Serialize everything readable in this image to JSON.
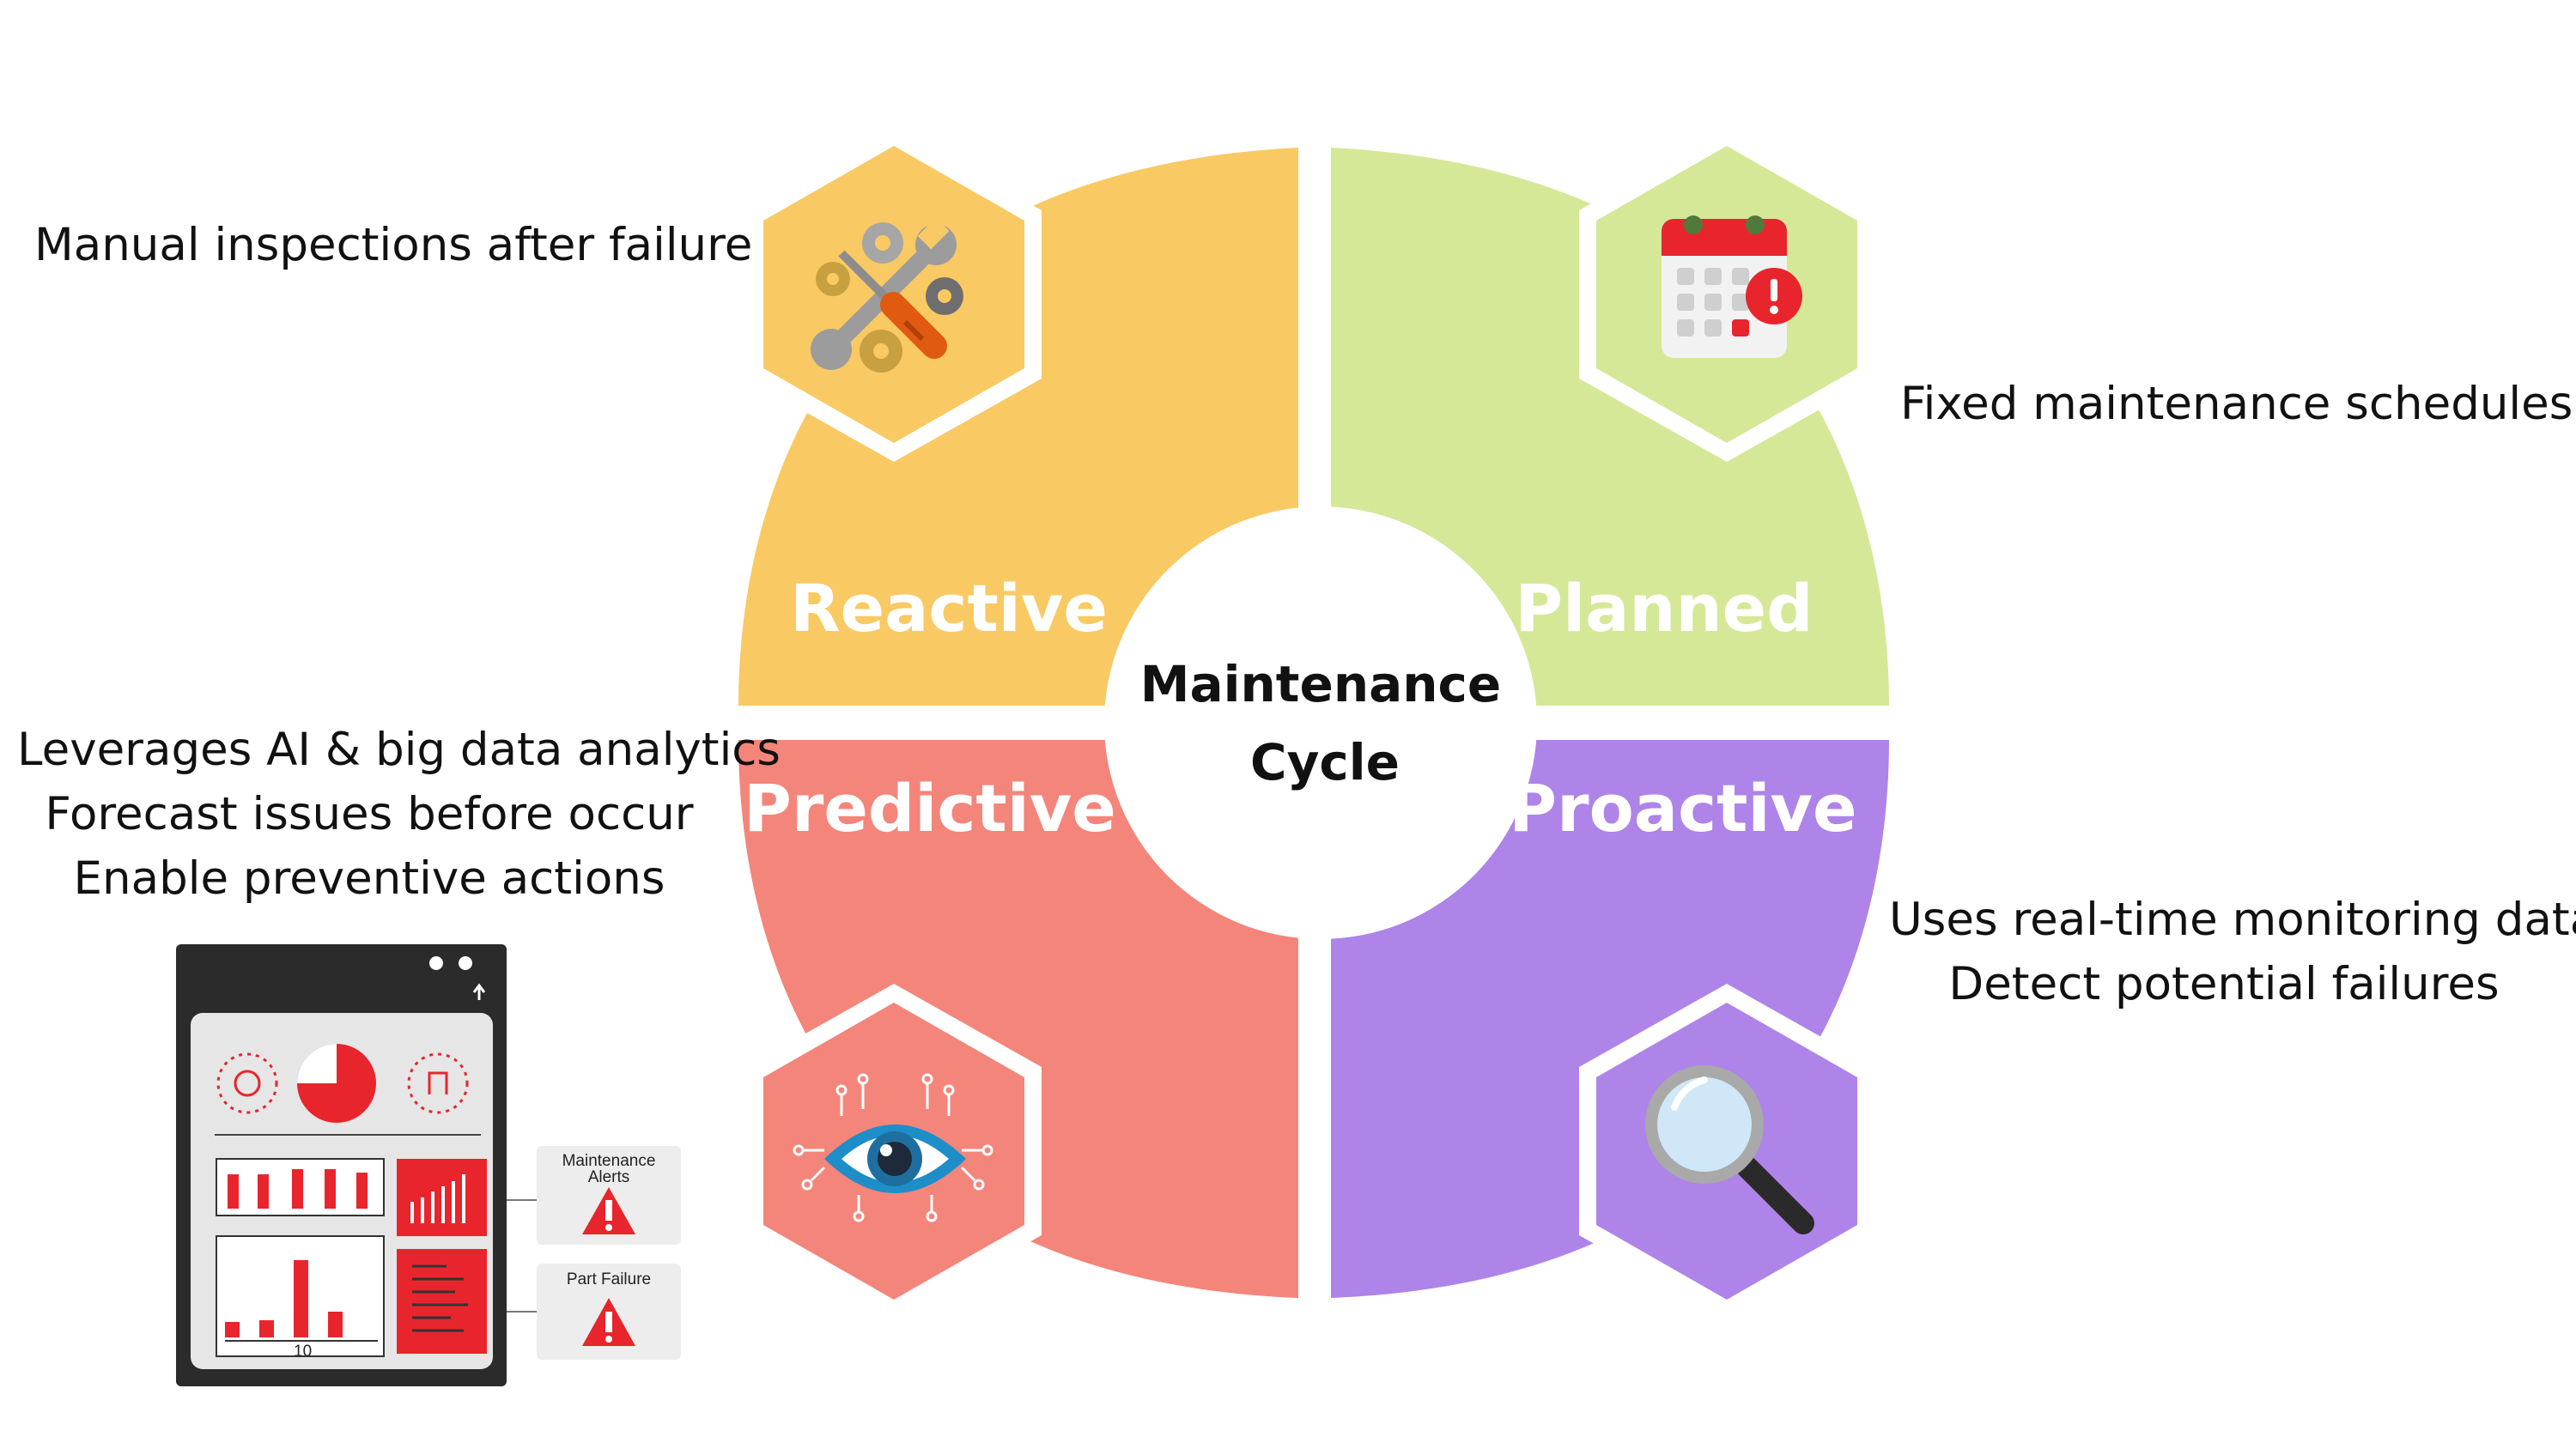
{
  "center": {
    "line1": "Maintenance",
    "line2": "Cycle"
  },
  "quadrants": [
    {
      "key": "reactive",
      "label": "Reactive",
      "color": "#F9C963",
      "icon": "tools-icon"
    },
    {
      "key": "planned",
      "label": "Planned",
      "color": "#D5E897",
      "icon": "calendar-alert-icon"
    },
    {
      "key": "predictive",
      "label": "Predictive",
      "color": "#F4857A",
      "icon": "eye-circuit-icon"
    },
    {
      "key": "proactive",
      "label": "Proactive",
      "color": "#AE84E8",
      "icon": "magnifier-icon"
    }
  ],
  "descriptions": {
    "reactive": [
      "Manual inspections after failure"
    ],
    "planned": [
      "Fixed maintenance schedules"
    ],
    "predictive": [
      "Leverages AI & big data analytics",
      "Forecast issues before occur",
      "Enable preventive actions"
    ],
    "proactive": [
      "Uses real-time monitoring data",
      "Detect potential failures"
    ]
  },
  "dashboard": {
    "icon": "dashboard-illustration",
    "alert_card_1": {
      "line1": "Maintenance",
      "line2": "Alerts"
    },
    "alert_card_2": {
      "line1": "Part Failure"
    },
    "chart_tick": "10",
    "accent": "#E8252D"
  }
}
